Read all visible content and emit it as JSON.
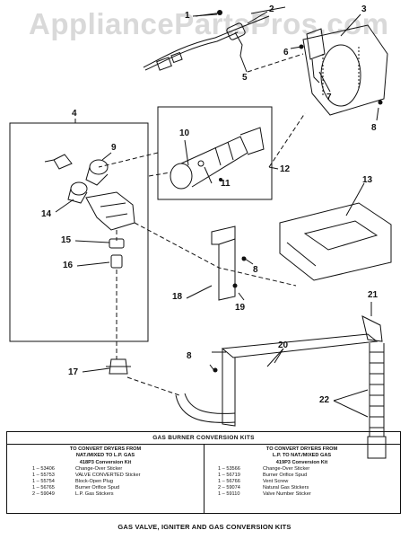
{
  "watermark": "AppliancePartsPros.com",
  "callouts": {
    "c1": "1",
    "c2": "2",
    "c3": "3",
    "c4": "4",
    "c5": "5",
    "c6": "6",
    "c7": "7",
    "c8a": "8",
    "c8b": "8",
    "c8c": "8",
    "c9": "9",
    "c10": "10",
    "c11": "11",
    "c12": "12",
    "c13": "13",
    "c14": "14",
    "c15": "15",
    "c16": "16",
    "c17": "17",
    "c18": "18",
    "c19": "19",
    "c20": "20",
    "c21": "21",
    "c22": "22"
  },
  "kit_table": {
    "header": "GAS BURNER CONVERSION KITS",
    "left": {
      "title": "TO CONVERT DRYERS FROM\nNAT./MIXED TO L.P. GAS",
      "kit": "418P3 Conversion Kit",
      "rows": [
        {
          "qp": "1 – 53406",
          "desc": "Change-Over Sticker"
        },
        {
          "qp": "1 – 55753",
          "desc": "VALVE CONVERTED Sticker"
        },
        {
          "qp": "1 – 55754",
          "desc": "Block-Open Plug"
        },
        {
          "qp": "1 – 56765",
          "desc": "Burner Orifice Spud"
        },
        {
          "qp": "2 – 59049",
          "desc": "L.P. Gas Stickers"
        }
      ]
    },
    "right": {
      "title": "TO CONVERT DRYERS FROM\nL.P. TO NAT./MIXED GAS",
      "kit": "419P3 Conversion Kit",
      "rows": [
        {
          "qp": "1 – 53566",
          "desc": "Change-Over Sticker"
        },
        {
          "qp": "1 – 56719",
          "desc": "Burner Orifice Spud"
        },
        {
          "qp": "1 – 56766",
          "desc": "Vent Screw"
        },
        {
          "qp": "2 – 59074",
          "desc": "Natural Gas Stickers"
        },
        {
          "qp": "1 – 59110",
          "desc": "Valve Number Sticker"
        }
      ]
    }
  },
  "footer_title": "GAS VALVE, IGNITER AND GAS CONVERSION KITS"
}
